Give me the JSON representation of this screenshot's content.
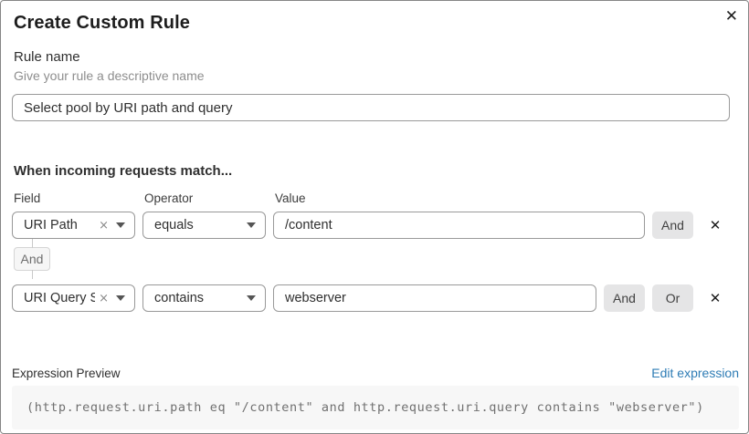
{
  "dialog": {
    "title": "Create Custom Rule",
    "close_icon": "✕"
  },
  "rule_name": {
    "label": "Rule name",
    "helper": "Give your rule a descriptive name",
    "value": "Select pool by URI path and query"
  },
  "match_section": {
    "heading": "When incoming requests match...",
    "columns": {
      "field": "Field",
      "operator": "Operator",
      "value": "Value"
    },
    "rows": [
      {
        "field": "URI Path",
        "operator": "equals",
        "value": "/content",
        "clear_icon": "×",
        "and_button": "And",
        "delete_icon": "✕"
      },
      {
        "field": "URI Query St...",
        "operator": "contains",
        "value": "webserver",
        "clear_icon": "×",
        "and_button": "And",
        "or_button": "Or",
        "delete_icon": "✕"
      }
    ],
    "joiner": "And"
  },
  "expression": {
    "label": "Expression Preview",
    "edit_link": "Edit expression",
    "code": "(http.request.uri.path eq \"/content\" and http.request.uri.query contains \"webserver\")"
  },
  "colors": {
    "link_blue": "#2e7cb5",
    "button_gray": "#e5e5e6",
    "code_background": "#f7f7f7",
    "border_gray": "#989898"
  }
}
